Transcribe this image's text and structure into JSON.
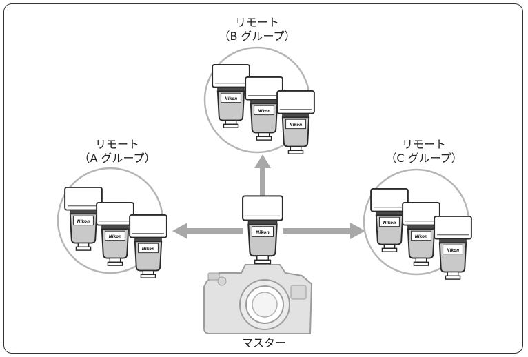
{
  "groups": {
    "a": {
      "label_line1": "リモート",
      "label_line2": "（A グループ）"
    },
    "b": {
      "label_line1": "リモート",
      "label_line2": "（B グループ）"
    },
    "c": {
      "label_line1": "リモート",
      "label_line2": "（C グループ）"
    }
  },
  "master": {
    "label": "マスター"
  },
  "flash_brand": "Nikon",
  "colors": {
    "arrow": "#a8a8a8",
    "circle": "#b5b5b5",
    "flash_body": "#c9c9c9",
    "flash_dark": "#4a4a4a",
    "outline": "#2a2a2a"
  }
}
